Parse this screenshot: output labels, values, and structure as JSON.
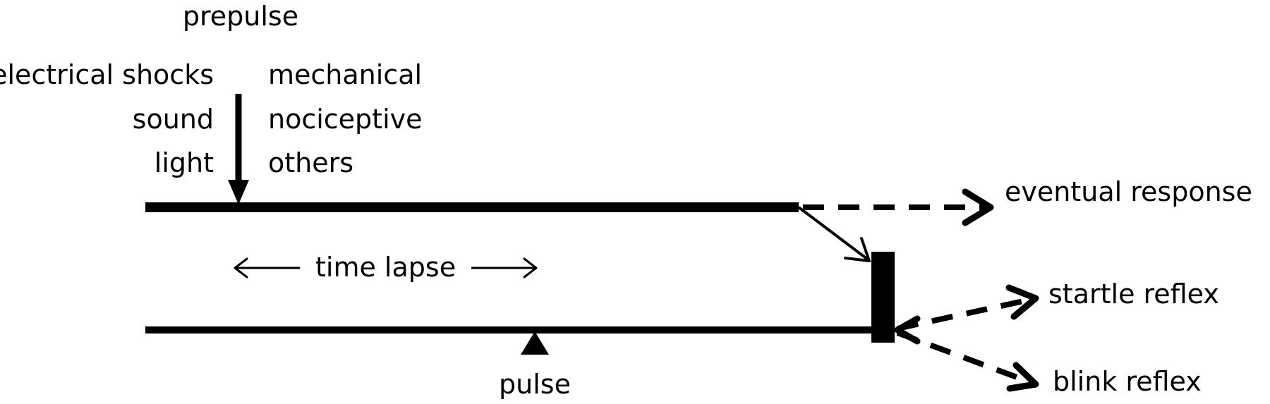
{
  "diagram": {
    "prepulse_label": "prepulse",
    "prepulse_types_left": [
      "electrical shocks",
      "sound",
      "light"
    ],
    "prepulse_types_right": [
      "mechanical",
      "nociceptive",
      "others"
    ],
    "time_lapse_label": "time lapse",
    "pulse_label": "pulse",
    "responses": {
      "eventual": "eventual response",
      "startle": "startle reflex",
      "blink": "blink reflex"
    },
    "colors": {
      "ink": "#000000",
      "background": "#ffffff"
    }
  }
}
